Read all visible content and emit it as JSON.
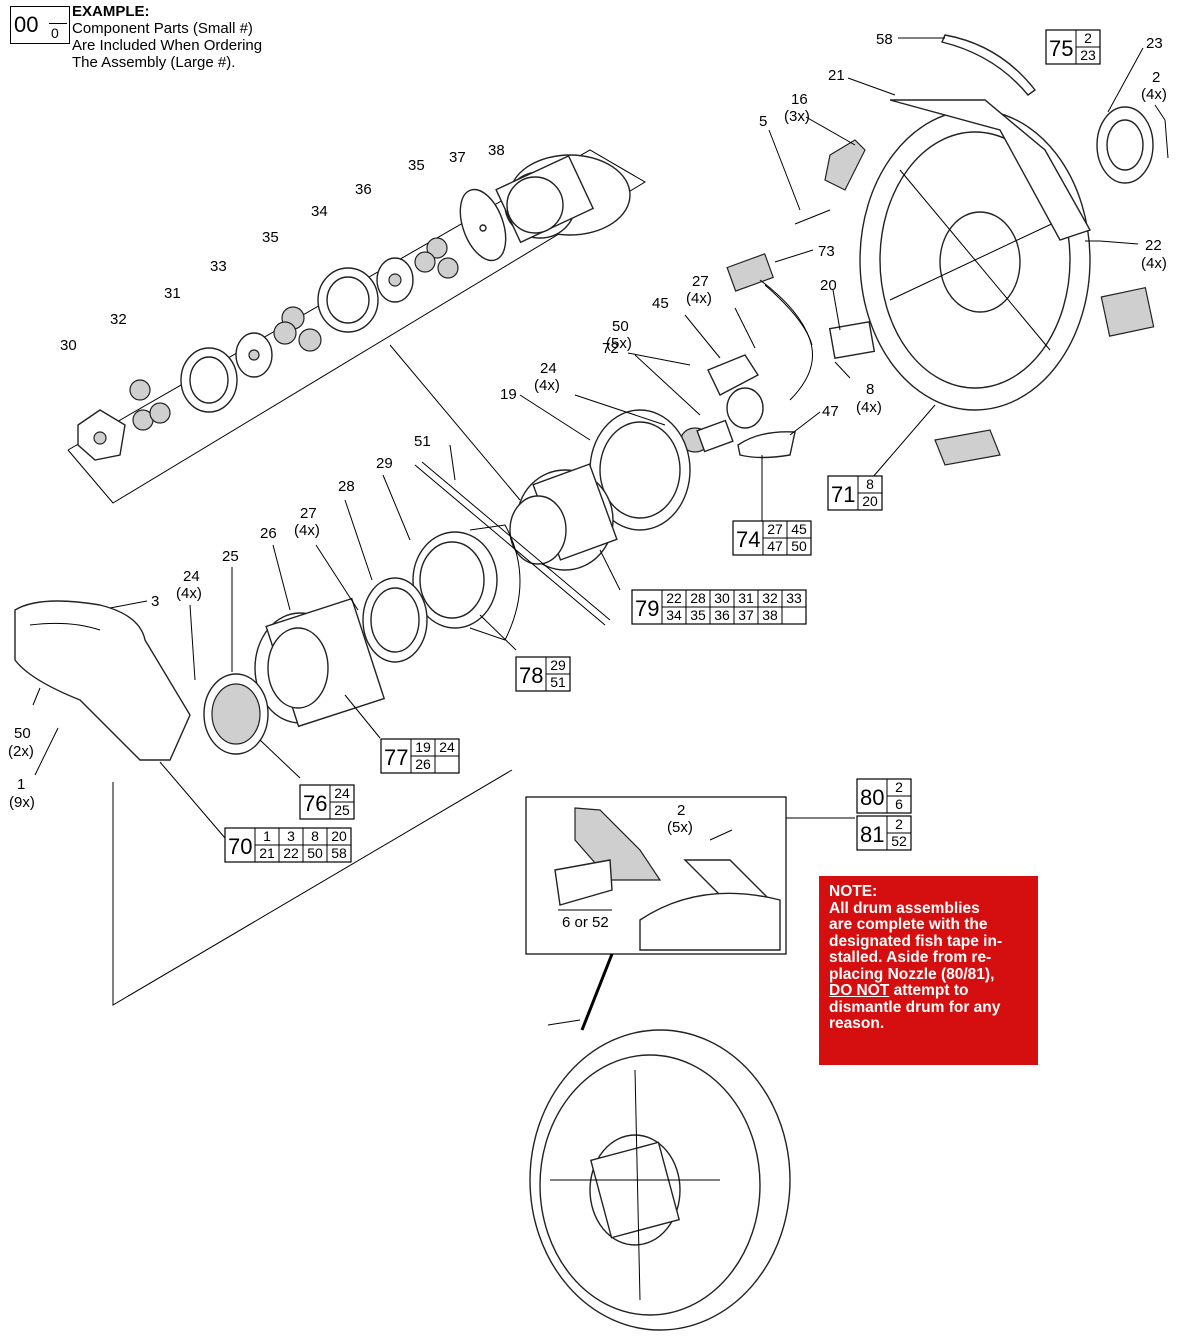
{
  "example": {
    "big_number": "00",
    "small_number": "0",
    "title": "EXAMPLE:",
    "line1": "Component Parts (Small #)",
    "line2": "Are Included When Ordering",
    "line3": "The Assembly (Large #)."
  },
  "note": {
    "heading": "NOTE:",
    "line1": "All drum assemblies",
    "line2": "are complete with the",
    "line3": "designated fish tape in-",
    "line4": "stalled. Aside from re-",
    "line5": "placing Nozzle (80/81),",
    "line6_underlined": "DO NOT",
    "line6_rest": " attempt to",
    "line7": "dismantle drum for any",
    "line8": "reason.",
    "color": "#d50f0f"
  },
  "callouts": [
    {
      "id": "c58",
      "text": "58"
    },
    {
      "id": "c21",
      "text": "21"
    },
    {
      "id": "c23",
      "text": "23"
    },
    {
      "id": "c2a",
      "text": "2"
    },
    {
      "id": "c2a_q",
      "text": "(4x)"
    },
    {
      "id": "c16",
      "text": "16"
    },
    {
      "id": "c16_q",
      "text": "(3x)"
    },
    {
      "id": "c5",
      "text": "5"
    },
    {
      "id": "c22",
      "text": "22"
    },
    {
      "id": "c22_q",
      "text": "(4x)"
    },
    {
      "id": "c73",
      "text": "73"
    },
    {
      "id": "c27a",
      "text": "27"
    },
    {
      "id": "c27a_q",
      "text": "(4x)"
    },
    {
      "id": "c20",
      "text": "20"
    },
    {
      "id": "c45",
      "text": "45"
    },
    {
      "id": "c50a",
      "text": "50"
    },
    {
      "id": "c50a_q",
      "text": "(5x)"
    },
    {
      "id": "c72",
      "text": "72"
    },
    {
      "id": "c8",
      "text": "8"
    },
    {
      "id": "c8_q",
      "text": "(4x)"
    },
    {
      "id": "c24a",
      "text": "24"
    },
    {
      "id": "c24a_q",
      "text": "(4x)"
    },
    {
      "id": "c19",
      "text": "19"
    },
    {
      "id": "c47",
      "text": "47"
    },
    {
      "id": "c38",
      "text": "38"
    },
    {
      "id": "c37",
      "text": "37"
    },
    {
      "id": "c35a",
      "text": "35"
    },
    {
      "id": "c36",
      "text": "36"
    },
    {
      "id": "c34",
      "text": "34"
    },
    {
      "id": "c35b",
      "text": "35"
    },
    {
      "id": "c33",
      "text": "33"
    },
    {
      "id": "c31",
      "text": "31"
    },
    {
      "id": "c32",
      "text": "32"
    },
    {
      "id": "c30",
      "text": "30"
    },
    {
      "id": "c51",
      "text": "51"
    },
    {
      "id": "c29",
      "text": "29"
    },
    {
      "id": "c28",
      "text": "28"
    },
    {
      "id": "c27b",
      "text": "27"
    },
    {
      "id": "c27b_q",
      "text": "(4x)"
    },
    {
      "id": "c26",
      "text": "26"
    },
    {
      "id": "c25",
      "text": "25"
    },
    {
      "id": "c24b",
      "text": "24"
    },
    {
      "id": "c24b_q",
      "text": "(4x)"
    },
    {
      "id": "c3",
      "text": "3"
    },
    {
      "id": "c50b",
      "text": "50"
    },
    {
      "id": "c50b_q",
      "text": "(2x)"
    },
    {
      "id": "c1",
      "text": "1"
    },
    {
      "id": "c1_q",
      "text": "(9x)"
    },
    {
      "id": "c2b",
      "text": "2"
    },
    {
      "id": "c2b_q",
      "text": "(5x)"
    },
    {
      "id": "c6or52",
      "text": "6 or 52"
    }
  ],
  "assemblies": [
    {
      "id": "a75",
      "number": "75",
      "parts": [
        [
          "2"
        ],
        [
          "23"
        ]
      ]
    },
    {
      "id": "a71",
      "number": "71",
      "parts": [
        [
          "8"
        ],
        [
          "20"
        ]
      ]
    },
    {
      "id": "a74",
      "number": "74",
      "parts": [
        [
          "27",
          "45"
        ],
        [
          "47",
          "50"
        ]
      ]
    },
    {
      "id": "a79",
      "number": "79",
      "parts": [
        [
          "22",
          "28",
          "30",
          "31",
          "32",
          "33"
        ],
        [
          "34",
          "35",
          "36",
          "37",
          "38",
          ""
        ]
      ]
    },
    {
      "id": "a78",
      "number": "78",
      "parts": [
        [
          "29"
        ],
        [
          "51"
        ]
      ]
    },
    {
      "id": "a77",
      "number": "77",
      "parts": [
        [
          "19",
          "24"
        ],
        [
          "26",
          ""
        ]
      ]
    },
    {
      "id": "a76",
      "number": "76",
      "parts": [
        [
          "24"
        ],
        [
          "25"
        ]
      ]
    },
    {
      "id": "a70",
      "number": "70",
      "parts": [
        [
          "1",
          "3",
          "8",
          "20"
        ],
        [
          "21",
          "22",
          "50",
          "58"
        ]
      ]
    },
    {
      "id": "a80",
      "number": "80",
      "parts": [
        [
          "2"
        ],
        [
          "6"
        ]
      ]
    },
    {
      "id": "a81",
      "number": "81",
      "parts": [
        [
          "2"
        ],
        [
          "52"
        ]
      ]
    }
  ]
}
